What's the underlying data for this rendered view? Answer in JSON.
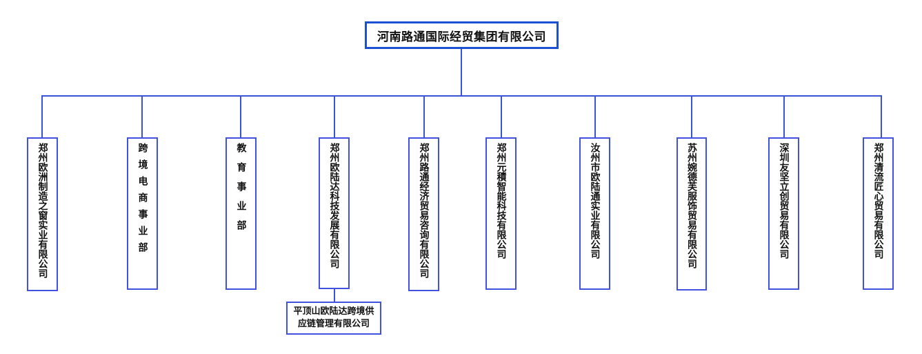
{
  "chart": {
    "type": "org-chart",
    "orientation": "top-down",
    "accent_color": "#3a53d6",
    "root_border_color": "#1b4fd4",
    "node_border_color": "#4050e0",
    "background_color": "#ffffff",
    "text_color": "#111111"
  },
  "root": {
    "label": "河南路通国际经贸集团有限公司"
  },
  "children": [
    {
      "label": "郑州欧洲制造之窗实业有限公司",
      "spacing": "normal"
    },
    {
      "label": "跨境电商事业部",
      "spacing": "loose"
    },
    {
      "label": "教育事业部",
      "spacing": "looser"
    },
    {
      "label": "郑州欧陆达科技发展有限公司",
      "spacing": "normal"
    },
    {
      "label": "郑州路通经济贸易咨询有限公司",
      "spacing": "normal"
    },
    {
      "label": "郑州元積智能科技有限公司",
      "spacing": "normal"
    },
    {
      "label": "汝州市欧陆通实业有限公司",
      "spacing": "normal"
    },
    {
      "label": "苏州婉德芙服饰贸易有限公司",
      "spacing": "normal"
    },
    {
      "label": "深圳友坚立创贸易有限公司",
      "spacing": "normal"
    },
    {
      "label": "郑州清流匠心贸易有限公司",
      "spacing": "normal"
    }
  ],
  "grandchild": {
    "parent_index": 3,
    "label": "平顶山欧陆达跨境供应链管理有限公司"
  }
}
